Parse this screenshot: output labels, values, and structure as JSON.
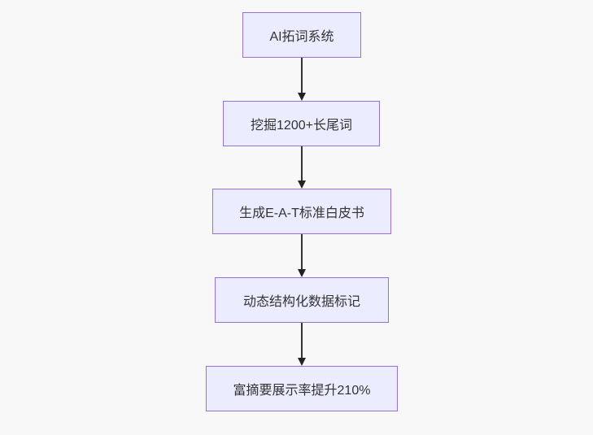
{
  "diagram": {
    "type": "flowchart",
    "direction": "top-down",
    "nodes": [
      {
        "id": "A",
        "label": "AI拓词系统"
      },
      {
        "id": "B",
        "label": "挖掘1200+长尾词"
      },
      {
        "id": "C",
        "label": "生成E-A-T标准白皮书"
      },
      {
        "id": "D",
        "label": "动态结构化数据标记"
      },
      {
        "id": "E",
        "label": "富摘要展示率提升210%"
      }
    ],
    "edges": [
      {
        "from": "A",
        "to": "B"
      },
      {
        "from": "B",
        "to": "C"
      },
      {
        "from": "C",
        "to": "D"
      },
      {
        "from": "D",
        "to": "E"
      }
    ],
    "colors": {
      "node_fill": "#ECECFF",
      "node_border": "#9370DB",
      "text": "#333333",
      "arrow": "#333333",
      "background": "#F8F8F8"
    }
  }
}
